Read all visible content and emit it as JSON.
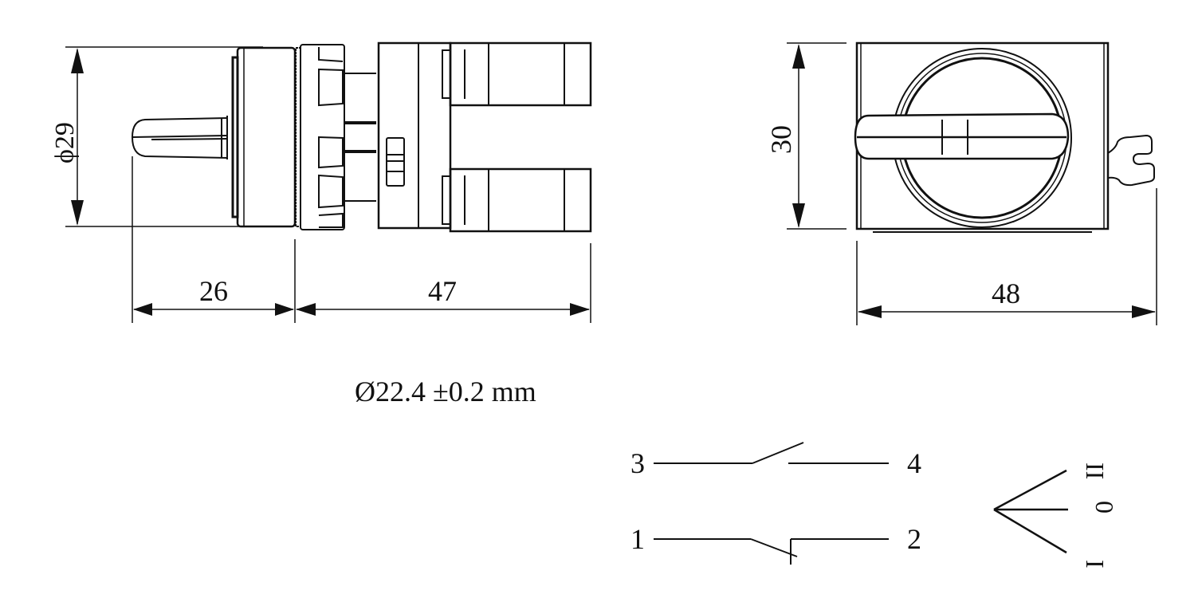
{
  "side_view": {
    "diameter_label": "ϕ29",
    "length_front_label": "26",
    "length_body_label": "47"
  },
  "front_view": {
    "height_label": "30",
    "width_label": "48"
  },
  "mounting_hole": {
    "label": "Ø22.4 ±0.2 mm"
  },
  "circuit": {
    "terminals": {
      "t3": "3",
      "t4": "4",
      "t1": "1",
      "t2": "2"
    },
    "positions": {
      "top": "II",
      "middle": "0",
      "bottom": "I"
    }
  },
  "colors": {
    "line": "#111111",
    "background": "#ffffff"
  }
}
